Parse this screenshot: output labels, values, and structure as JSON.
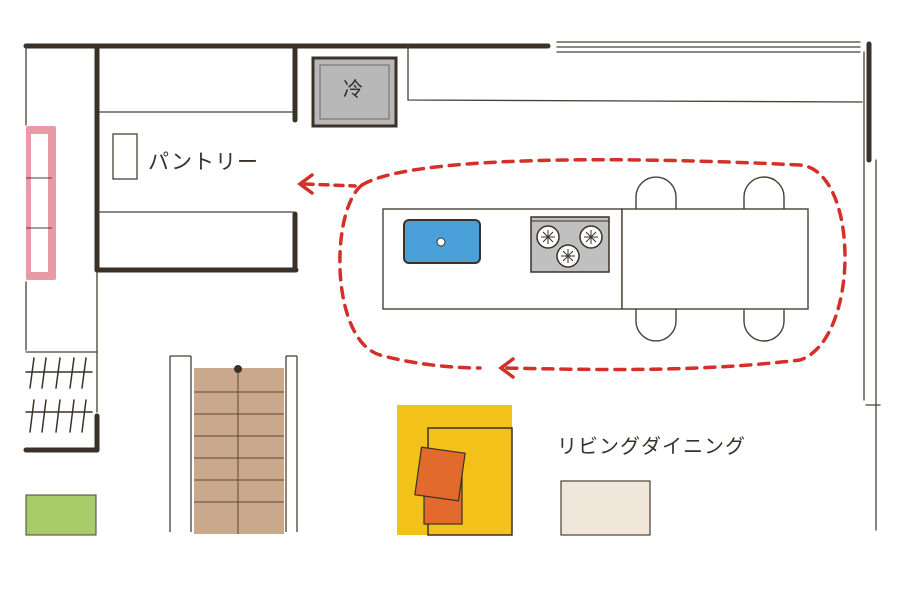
{
  "rooms": {
    "pantry_label": "パントリー",
    "living_dining_label": "リビングダイニング"
  },
  "fixtures": {
    "fridge_label": "冷"
  },
  "colors": {
    "wall": "#3a3128",
    "thin_line": "#4a4036",
    "route_arrow": "#d4302a",
    "sink": "#4aa0d8",
    "stove": "#c0c0c0",
    "fridge": "#b8b8b8",
    "stairs": "#c9a88c",
    "sofa": "#f2c21a",
    "cushion": "#e26a2c",
    "rug": "#f0e6da",
    "mat_green": "#a9cc6a",
    "shelf_pink": "#e89aa6"
  }
}
